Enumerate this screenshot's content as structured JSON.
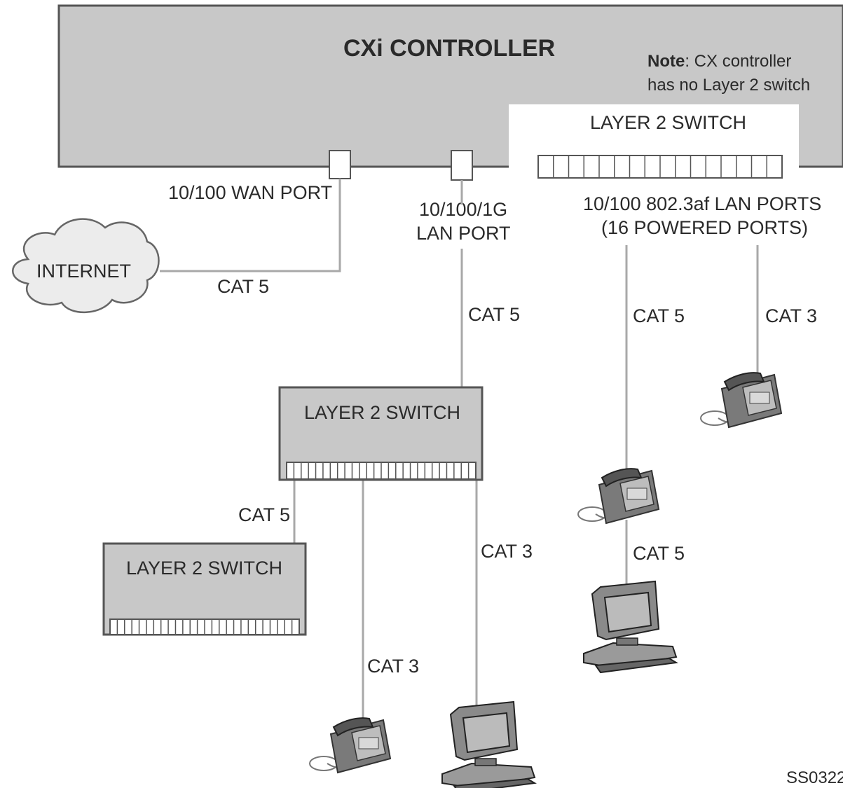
{
  "controller": {
    "title": "CXi CONTROLLER",
    "note_bold": "Note",
    "note_rest": ": CX controller",
    "note_line2": "has no Layer 2 switch",
    "internal_switch_label": "LAYER 2 SWITCH"
  },
  "ports": {
    "wan": "10/100 WAN PORT",
    "lan_line1": "10/100/1G",
    "lan_line2": "LAN PORT",
    "poe_line1": "10/100 802.3af LAN PORTS",
    "poe_line2": "(16 POWERED PORTS)"
  },
  "internet_label": "INTERNET",
  "cables": {
    "internet": "CAT 5",
    "lan_uplink": "CAT 5",
    "poe_left": "CAT 5",
    "poe_right": "CAT 3",
    "phone_to_pc": "CAT 5",
    "switch_to_switch": "CAT 5",
    "switch_phone": "CAT 3",
    "switch_pc": "CAT 3"
  },
  "switch_mid_label": "LAYER 2 SWITCH",
  "switch_low_label": "LAYER 2 SWITCH",
  "figure_id": "SS0322",
  "icons": [
    "cloud-icon",
    "phone-icon",
    "computer-icon"
  ],
  "colors": {
    "box_fill": "#c8c8c8",
    "wire": "#a8a8a8",
    "text": "#2a2a2a"
  }
}
